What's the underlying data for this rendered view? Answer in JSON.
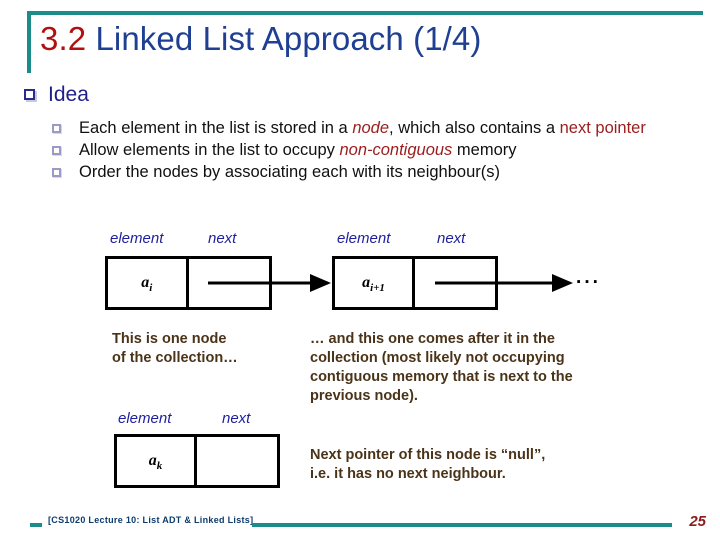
{
  "slide": {
    "title_number": "3.2",
    "title_rest": " Linked List Approach (1/4)",
    "accent_color": "#1a8c8c",
    "title_color": "#1f3f93",
    "number_color": "#b01010"
  },
  "content": {
    "heading": "Idea",
    "bullets": [
      {
        "part1": "Each element in the list is stored in a ",
        "emphasis1": "node",
        "part2": ", which also contains a ",
        "emphasis2": "next pointer"
      },
      {
        "part1": "Allow elements in the list to occupy ",
        "emphasis1": "non-contiguous",
        "part2": " memory"
      },
      {
        "part1": "Order the nodes by associating each with its neighbour(s)"
      }
    ]
  },
  "diagram": {
    "label_element": "element",
    "label_next": "next",
    "node1_value": "a",
    "node1_sub": "i",
    "node2_value": "a",
    "node2_sub": "i+1",
    "node3_value": "a",
    "node3_sub": "k",
    "ellipsis": "···",
    "caption_left_top": "This is one node\nof the collection…",
    "caption_right_top": "… and this one comes after it in the\ncollection (most likely not occupying\ncontiguous memory that is next to the\nprevious node).",
    "caption_right_bottom": "Next pointer of this node is “null”,\ni.e. it has no next neighbour."
  },
  "footer": {
    "text": "[CS1020 Lecture 10: List ADT & Linked Lists]",
    "page_number": "25"
  }
}
